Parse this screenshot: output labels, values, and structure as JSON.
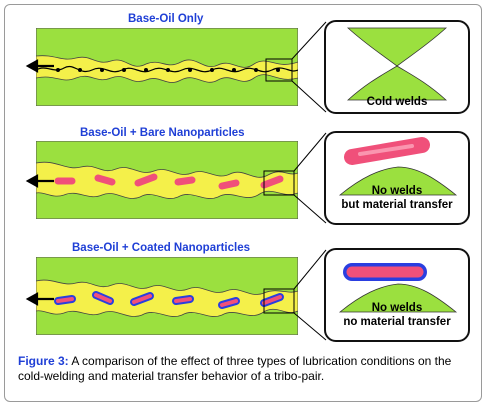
{
  "panels": [
    {
      "title": "Base-Oil Only",
      "zoom_lines": [
        "Cold welds"
      ]
    },
    {
      "title": "Base-Oil + Bare Nanoparticles",
      "zoom_lines": [
        "No welds",
        "but material transfer"
      ]
    },
    {
      "title": "Base-Oil + Coated Nanoparticles",
      "zoom_lines": [
        "No welds",
        "no material transfer"
      ]
    }
  ],
  "caption": {
    "label": "Figure 3:",
    "text": " A comparison of the effect of three types of lubrication conditions on the cold-welding and material transfer behavior of a tribo-pair."
  },
  "colors": {
    "surface_green": "#9be03f",
    "oil_yellow": "#f4f04a",
    "particle_pink": "#f0507a",
    "coating_blue": "#2a3ee0",
    "title_blue": "#1f3fd6"
  }
}
